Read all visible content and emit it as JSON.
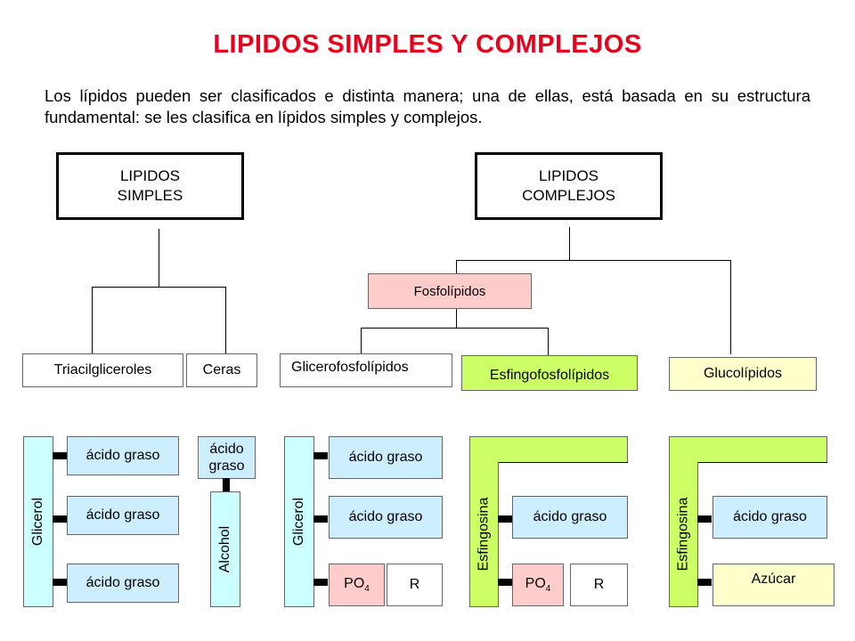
{
  "title": "LIPIDOS SIMPLES Y COMPLEJOS",
  "intro": "Los lípidos pueden ser clasificados e distinta manera; una de ellas, está basada en su estructura fundamental: se les clasifica en lípidos simples y complejos.",
  "top": {
    "simples_line1": "LIPIDOS",
    "simples_line2": "SIMPLES",
    "complejos_line1": "LIPIDOS",
    "complejos_line2": "COMPLEJOS"
  },
  "mid": {
    "fosfolipidos": "Fosfolípidos",
    "triacilgliceroles": "Triacilgliceroles",
    "ceras": "Ceras",
    "glicerofosfolipidos": "Glicerofosfolípidos",
    "esfingofosfolipidos": "Esfingofosfolípidos",
    "glucolipidos": "Glucolípidos"
  },
  "structures": {
    "glicerol": "Glicerol",
    "acido_graso": "ácido graso",
    "acido_graso_l1": "ácido",
    "acido_graso_l2": "graso",
    "alcohol": "Alcohol",
    "esfingosina": "Esfingosina",
    "po4_base": "PO",
    "po4_sub": "4",
    "r": "R",
    "azucar": "Azúcar"
  },
  "colors": {
    "title": "#e8001c",
    "fosfolipidos_fill": "#ffcccc",
    "esfingo_fill": "#ccff66",
    "gluco_fill": "#ffffcc",
    "acid_fill": "#cceeff",
    "glycerol_fill": "#ccffff"
  }
}
